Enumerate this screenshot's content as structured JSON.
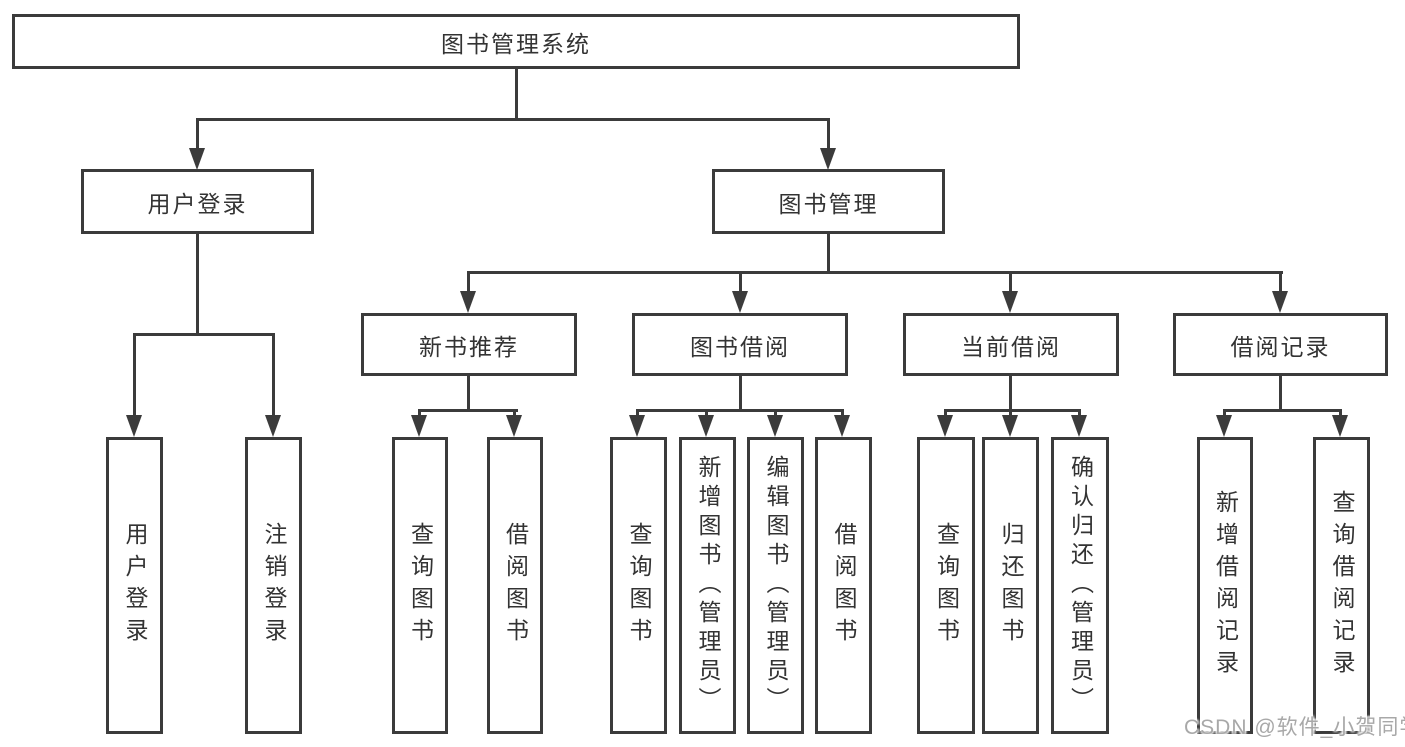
{
  "tree": {
    "root": {
      "label": "图书管理系统"
    },
    "branches": [
      {
        "label": "用户登录",
        "children": [
          {
            "label": "用户登录"
          },
          {
            "label": "注销登录"
          }
        ]
      },
      {
        "label": "图书管理",
        "children": [
          {
            "label": "新书推荐",
            "children": [
              {
                "label": "查询图书"
              },
              {
                "label": "借阅图书"
              }
            ]
          },
          {
            "label": "图书借阅",
            "children": [
              {
                "label": "查询图书"
              },
              {
                "label": "新增图书（管理员）"
              },
              {
                "label": "编辑图书（管理员）"
              },
              {
                "label": "借阅图书"
              }
            ]
          },
          {
            "label": "当前借阅",
            "children": [
              {
                "label": "查询图书"
              },
              {
                "label": "归还图书"
              },
              {
                "label": "确认归还（管理员）"
              }
            ]
          },
          {
            "label": "借阅记录",
            "children": [
              {
                "label": "新增借阅记录"
              },
              {
                "label": "查询借阅记录"
              }
            ]
          }
        ]
      }
    ]
  },
  "watermark": {
    "text": "CSDN @软件_小贺同学"
  },
  "colors": {
    "line": "#3b3b3b",
    "box_border": "#3b3b3b",
    "text": "#333333",
    "watermark": "#a8a8a8",
    "background": "#ffffff"
  }
}
